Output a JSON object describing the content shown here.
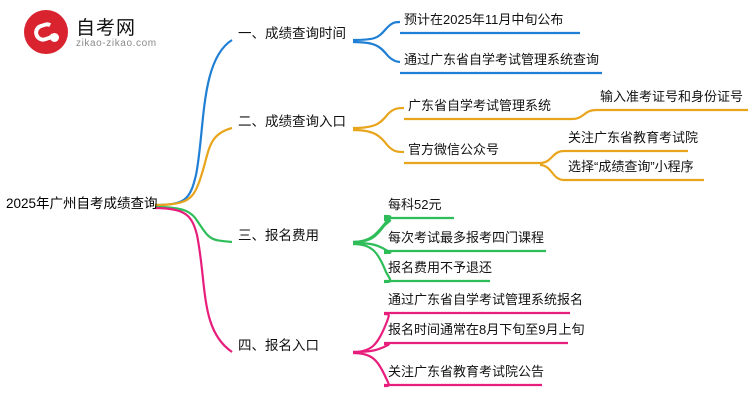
{
  "logo": {
    "title": "自考网",
    "subtitle": "zikao-zikao.com",
    "mark_color": "#d9232e"
  },
  "root": {
    "label": "2025年广州自考成绩查询"
  },
  "colors": {
    "branch1": "#1f7fd4",
    "branch2": "#e8a51c",
    "branch3": "#2fbd5a",
    "branch4": "#e81e7c"
  },
  "branches": [
    {
      "label": "一、成绩查询时间",
      "color": "#1f7fd4",
      "children": [
        {
          "label": "预计在2025年11月中旬公布",
          "children": []
        },
        {
          "label": "通过广东省自学考试管理系统查询",
          "children": []
        }
      ]
    },
    {
      "label": "二、成绩查询入口",
      "color": "#e8a51c",
      "children": [
        {
          "label": "广东省自学考试管理系统",
          "children": [
            {
              "label": "输入准考证号和身份证号"
            }
          ]
        },
        {
          "label": "官方微信公众号",
          "children": [
            {
              "label": "关注广东省教育考试院"
            },
            {
              "label": "选择“成绩查询”小程序"
            }
          ]
        }
      ]
    },
    {
      "label": "三、报名费用",
      "color": "#2fbd5a",
      "children": [
        {
          "label": "每科52元",
          "children": []
        },
        {
          "label": "每次考试最多报考四门课程",
          "children": []
        },
        {
          "label": "报名费用不予退还",
          "children": []
        }
      ]
    },
    {
      "label": "四、报名入口",
      "color": "#e81e7c",
      "children": [
        {
          "label": "通过广东省自学考试管理系统报名",
          "children": []
        },
        {
          "label": "报名时间通常在8月下旬至9月上旬",
          "children": []
        },
        {
          "label": "关注广东省教育考试院公告",
          "children": []
        }
      ]
    }
  ]
}
